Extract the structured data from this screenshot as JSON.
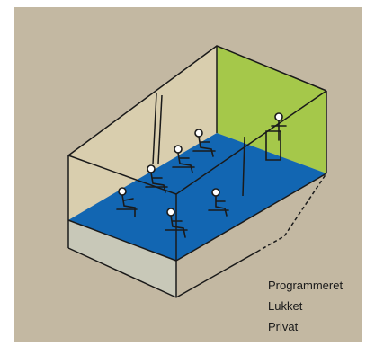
{
  "colors": {
    "background": "#c3b8a2",
    "floor": "#1266b2",
    "back_wall": "#a5c84a",
    "side_wall": "#d9ceae",
    "front_face": "#c8c8b8",
    "ink": "#1a1a1a",
    "figure_fill": "#ffffff"
  },
  "labels": [
    "Programmeret",
    "Lukket",
    "Privat"
  ],
  "icons": {
    "figures": "seated-person-icon",
    "lectern": "standing-speaker-icon"
  }
}
